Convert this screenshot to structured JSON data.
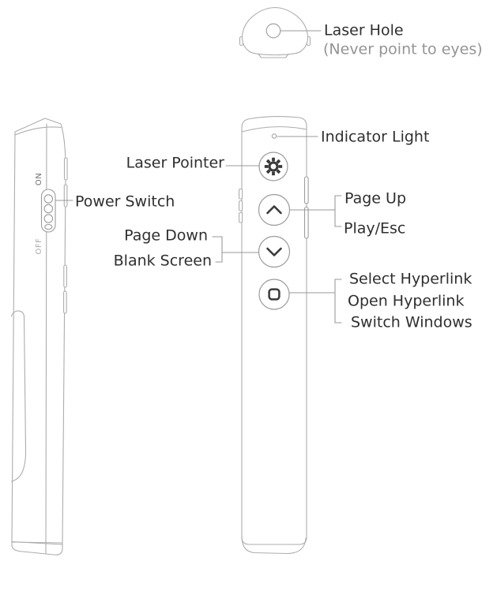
{
  "top_view": {
    "laser_hole_label": "Laser Hole",
    "laser_hole_warning": "(Never point to eyes)"
  },
  "side_view": {
    "on_label": "ON",
    "off_label": "OFF",
    "power_switch_label": "Power Switch"
  },
  "front_view": {
    "indicator_label": "Indicator Light",
    "laser_pointer_label": "Laser Pointer",
    "page_up_label": "Page Up",
    "play_esc_label": "Play/Esc",
    "page_down_label": "Page Down",
    "blank_screen_label": "Blank Screen",
    "select_hyperlink_label": "Select Hyperlink",
    "open_hyperlink_label": "Open Hyperlink",
    "switch_windows_label": "Switch Windows"
  },
  "icons": {
    "laser_button": "sun-icon",
    "page_up_button": "chevron-up-icon",
    "page_down_button": "chevron-down-icon",
    "hyperlink_button": "rounded-square-icon",
    "indicator": "indicator-dot"
  },
  "colors": {
    "outline": "#adadad",
    "button_outline": "#9b9b9b",
    "icon": "#3a3a3a",
    "label": "#2f2f2f",
    "muted_label": "#949494",
    "connector": "#9a9a9a",
    "background": "#ffffff"
  }
}
